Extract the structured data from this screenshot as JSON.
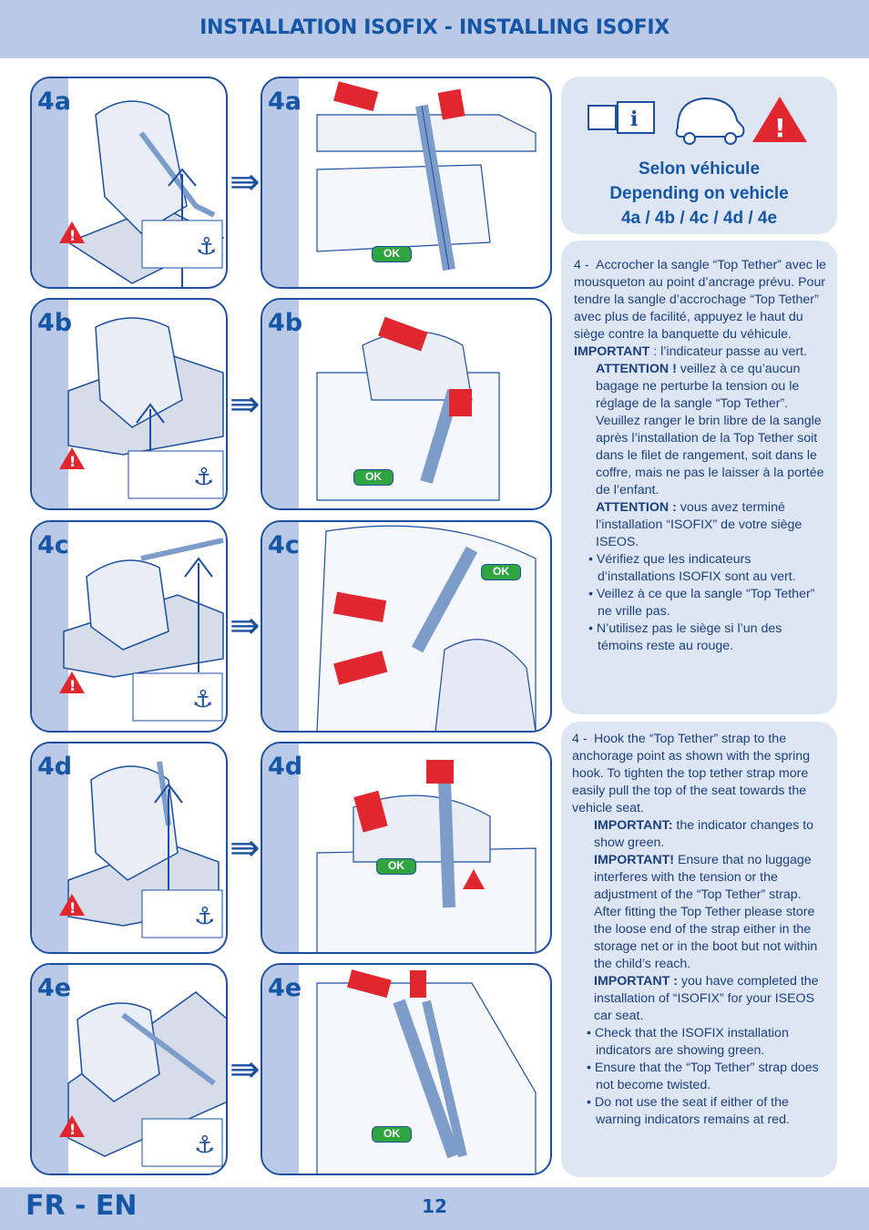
{
  "header": {
    "title": "INSTALLATION ISOFIX - INSTALLING ISOFIX"
  },
  "footer": {
    "lang": "FR - EN",
    "page_number": "12"
  },
  "steps": {
    "left": [
      "4a",
      "4b",
      "4c",
      "4d",
      "4e"
    ],
    "right": [
      "4a",
      "4b",
      "4c",
      "4d",
      "4e"
    ]
  },
  "ok_label": "OK",
  "icons": [
    "info-manual-icon",
    "car-icon",
    "warning-triangle-icon",
    "anchor-icon",
    "seat-icon",
    "arrow-right-icon"
  ],
  "vehicle_box": {
    "line1": "Selon véhicule",
    "line2": "Depending on vehicle",
    "line3": "4a / 4b / 4c / 4d / 4e"
  },
  "fr_text": {
    "intro_num": "4 -",
    "intro": "Accrocher la sangle “Top Tether” avec le mousqueton au point d’ancrage prévu. Pour tendre la sangle d’accrochage “Top Tether” avec plus de facilité, appuyez le haut du siège contre la banquette du véhicule.",
    "important_label": "IMPORTANT",
    "important_text": " : l’indicateur passe au vert.",
    "attention1_label": "ATTENTION !",
    "attention1_text": " veillez à ce qu’aucun bagage ne perturbe la tension ou le réglage de la sangle “Top Tether”. Veuillez ranger le brin libre de la sangle après l’installation de la Top Tether soit dans le filet de rangement, soit dans le coffre, mais ne pas le laisser à la portée de l’enfant.",
    "attention2_label": "ATTENTION :",
    "attention2_text": " vous avez terminé l’installation “ISOFIX” de votre siège ISEOS.",
    "bullets": [
      "Vérifiez que les indicateurs d’installations ISOFIX sont au vert.",
      "Veillez à ce que la sangle “Top Tether” ne vrille pas.",
      "N’utilisez pas le siège si l’un des témoins reste au rouge."
    ]
  },
  "en_text": {
    "intro_num": "4 -",
    "intro": "Hook the “Top Tether” strap to the anchorage point as shown with the spring hook.  To tighten the top tether strap more easily pull the top of the seat towards the vehicle seat.",
    "important1_label": "IMPORTANT:",
    "important1_text": " the indicator changes to show green.",
    "important2_label": "IMPORTANT!",
    "important2_text": " Ensure that no luggage interferes with the tension or the adjustment of the “Top Tether” strap. After fitting the Top Tether please store the loose end of the strap either in the storage net or in the boot but not within the child’s reach.",
    "important3_label": "IMPORTANT :",
    "important3_text": " you have completed the installation of “ISOFIX” for your ISEOS car seat.",
    "bullets": [
      "Check that the ISOFIX installation indicators are showing green.",
      "Ensure that the “Top Tether” strap does not become twisted.",
      "Do not use the seat if either of the warning indicators remains at red."
    ]
  },
  "colors": {
    "brand_blue": "#1656a6",
    "band": "#b9c9e6",
    "info_bg": "#dfe6f3",
    "ok_green": "#2fa540",
    "warn_red": "#e0262f"
  }
}
